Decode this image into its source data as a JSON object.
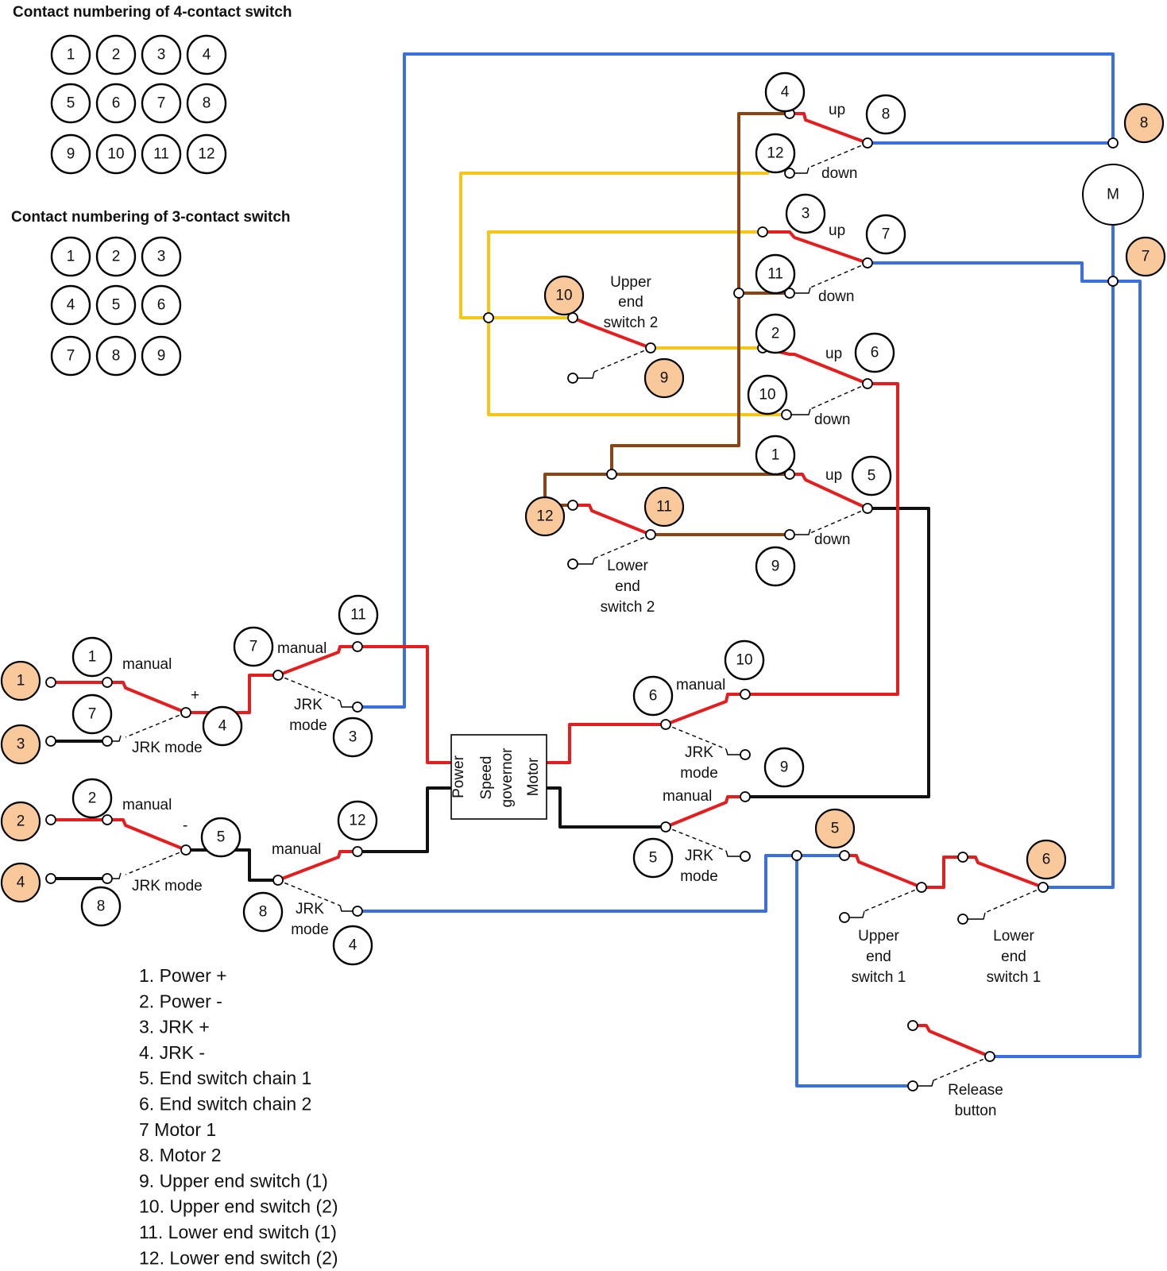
{
  "grid4": {
    "title": "Contact numbering of 4-contact switch",
    "numbers": [
      "1",
      "2",
      "3",
      "4",
      "5",
      "6",
      "7",
      "8",
      "9",
      "10",
      "11",
      "12"
    ]
  },
  "grid3": {
    "title": "Contact numbering of 3-contact switch",
    "numbers": [
      "1",
      "2",
      "3",
      "4",
      "5",
      "6",
      "7",
      "8",
      "9"
    ]
  },
  "colors": {
    "red": "#e41e1e",
    "blue": "#3a6fe0",
    "yellow": "#f5c518",
    "brown": "#8b4513",
    "black": "#111111",
    "orange_marker": "#f9c89b"
  },
  "icons": [
    "motor-icon"
  ],
  "motor": {
    "symbol": "M"
  },
  "governor": {
    "line1": "Speed",
    "line2": "governor",
    "power_label": "Power",
    "motor_label": "Motor"
  },
  "labels": {
    "manual": "manual",
    "jrk_mode": "JRK mode",
    "jrk": "JRK",
    "mode": "mode",
    "up": "up",
    "down": "down",
    "plus": "+",
    "minus": "-",
    "end": "end",
    "upper": "Upper",
    "lower": "Lower",
    "switch_2": "switch 2",
    "switch_1": "switch 1",
    "release": "Release",
    "button": "button"
  },
  "legend": [
    "1. Power +",
    "2. Power -",
    "3. JRK +",
    "4. JRK -",
    "5. End switch chain 1",
    "6. End switch chain 2",
    "7 Motor 1",
    "8. Motor 2",
    "9. Upper end switch (1)",
    "10. Upper end switch (2)",
    "11. Lower end switch (1)",
    "12. Lower end switch (2)"
  ]
}
